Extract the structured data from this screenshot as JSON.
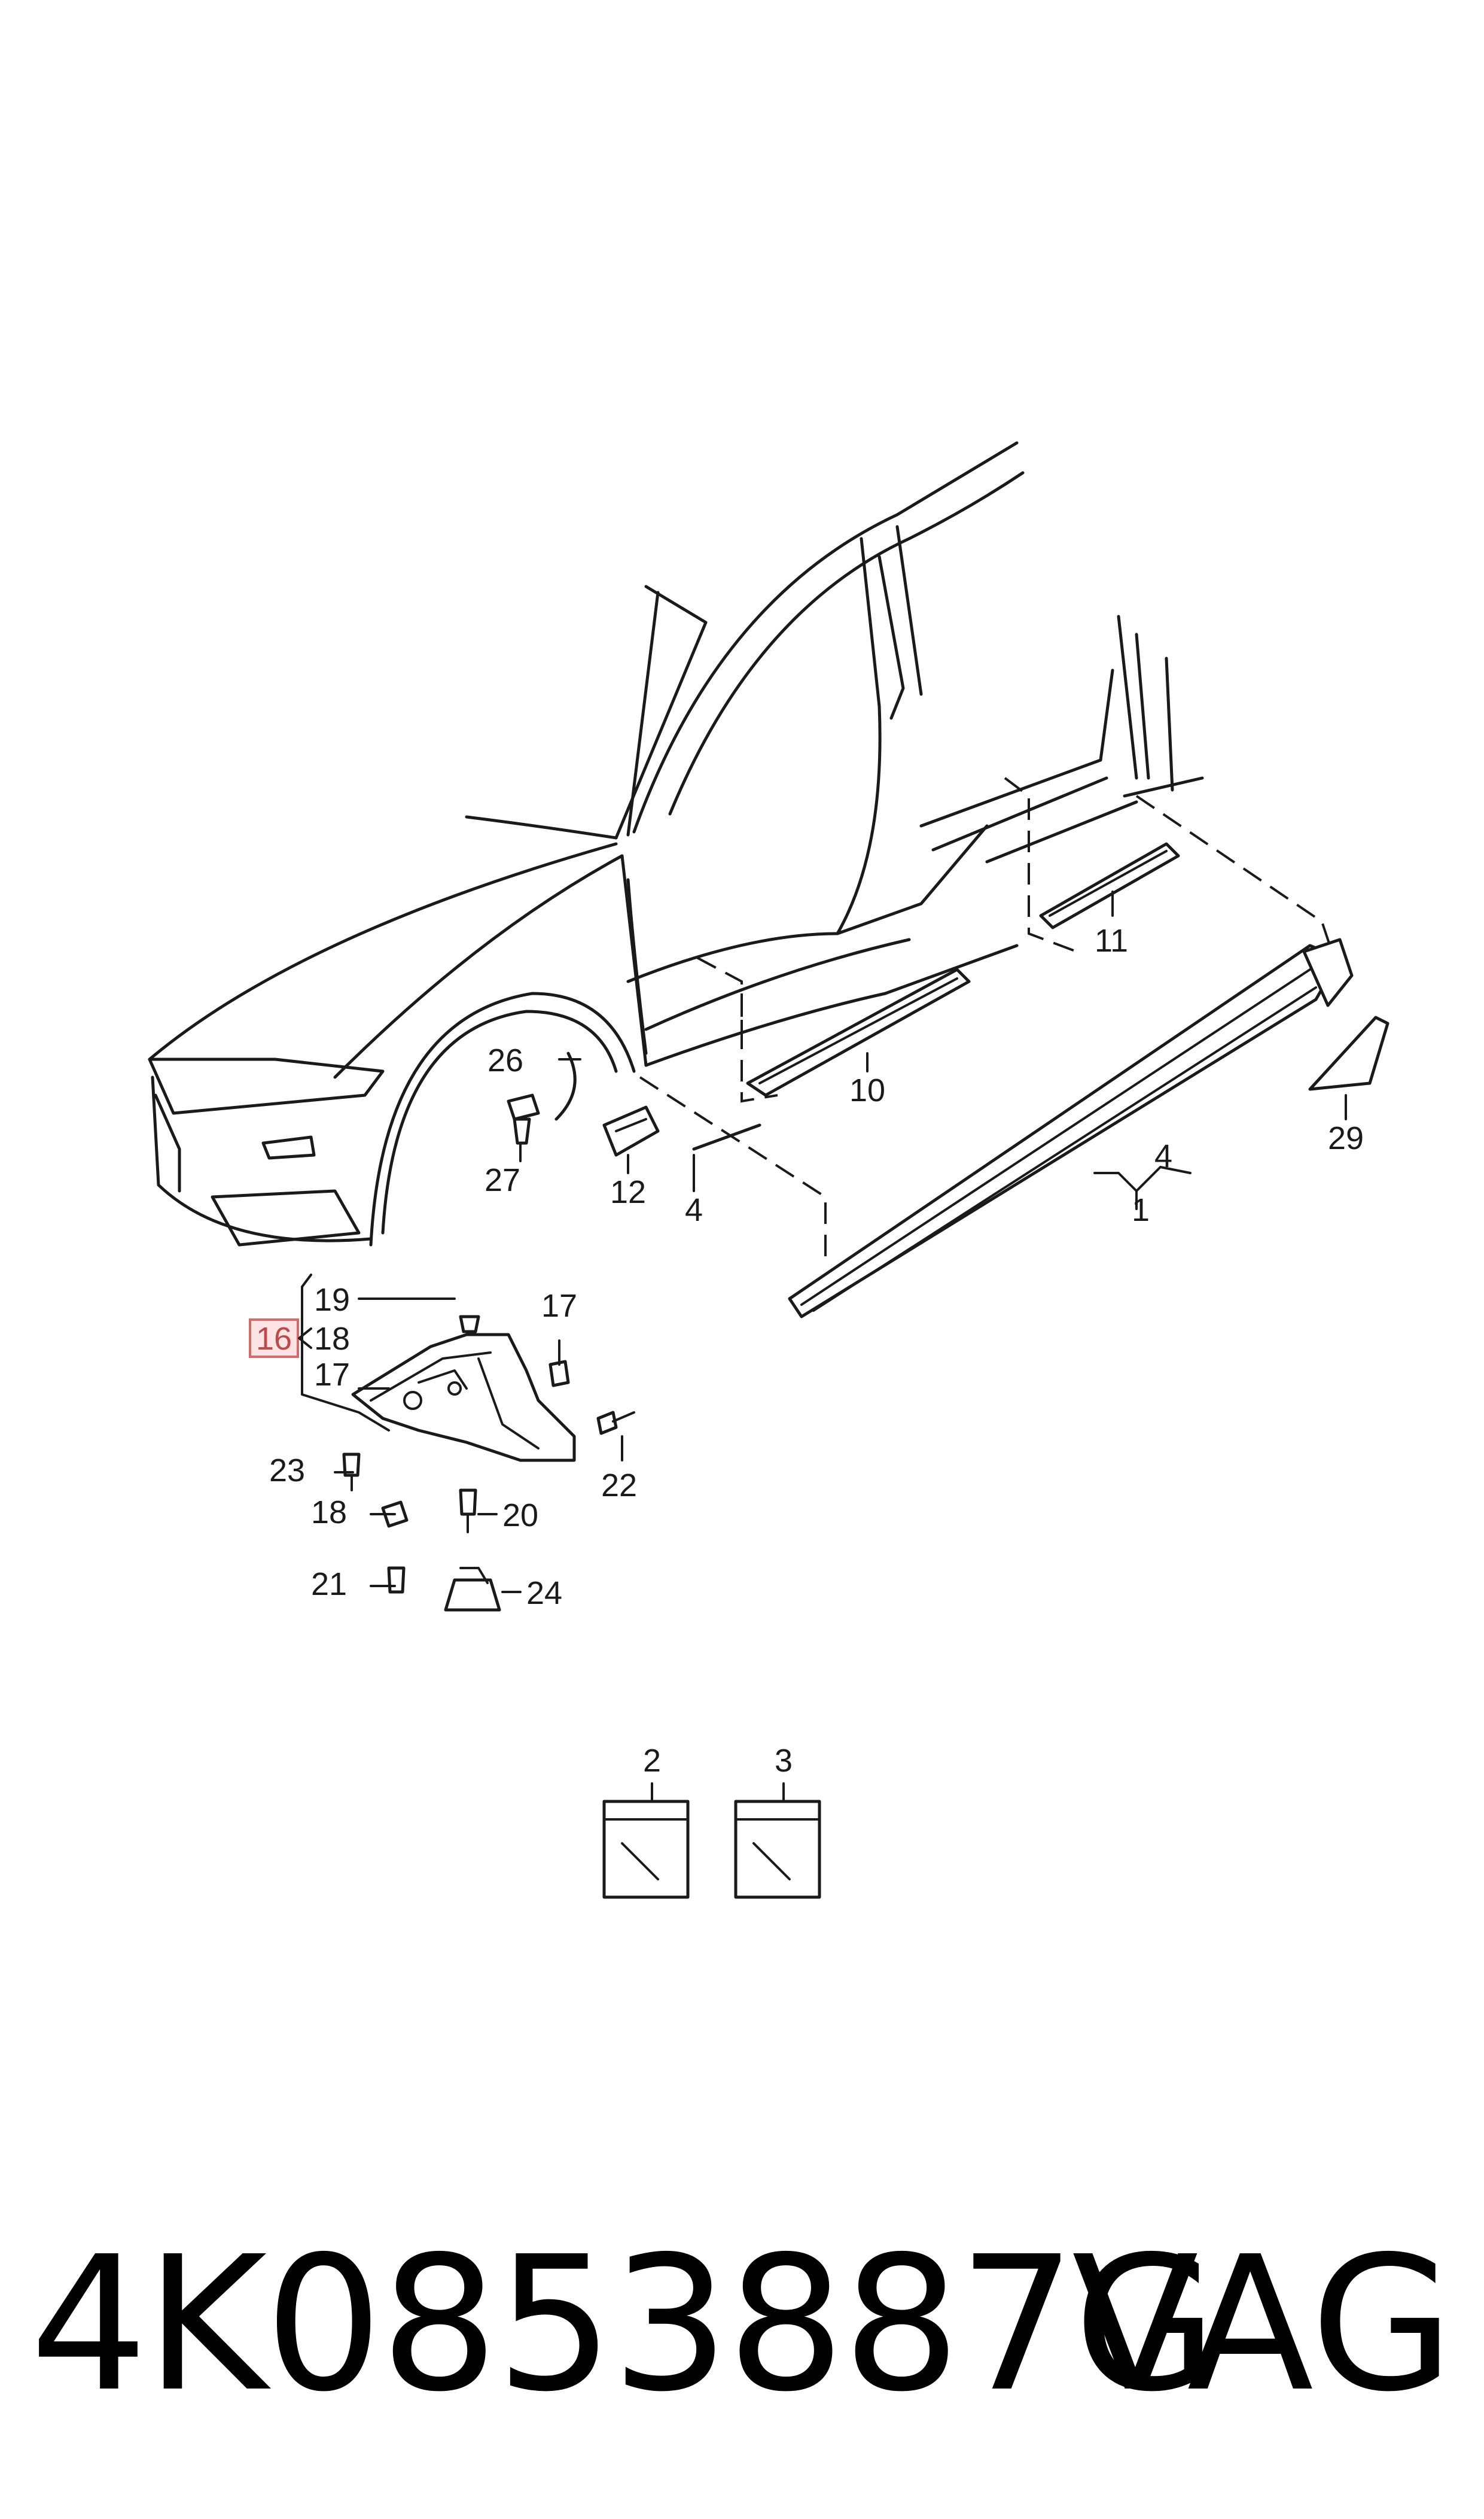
{
  "diagram": {
    "callouts": {
      "c1": "1",
      "c2": "2",
      "c3": "3",
      "c4a": "4",
      "c4b": "4",
      "c10": "10",
      "c11": "11",
      "c12": "12",
      "c16": "16",
      "c17a": "17",
      "c17b": "17",
      "c18a": "18",
      "c18b": "18",
      "c19": "19",
      "c20": "20",
      "c21": "21",
      "c22": "22",
      "c23": "23",
      "c24": "24",
      "c26": "26",
      "c27": "27",
      "c29": "29"
    },
    "highlighted_part": "16",
    "highlight_color": "#d46a6a"
  },
  "footer": {
    "part_number": "4K0853887G",
    "brand": "VAG"
  }
}
